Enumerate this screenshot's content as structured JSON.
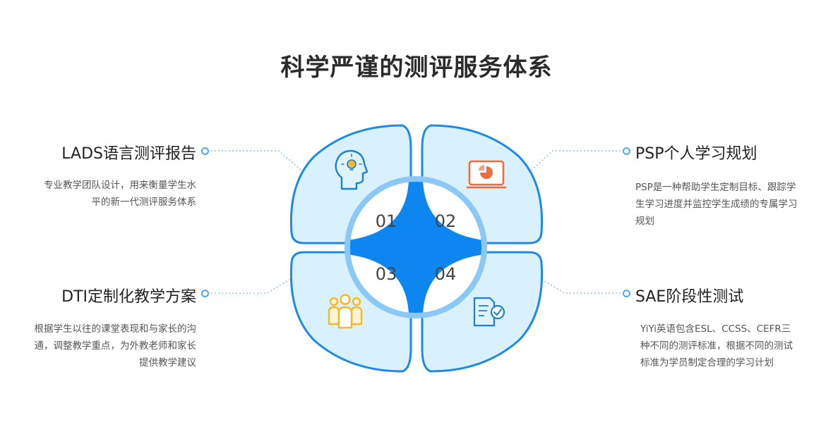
{
  "title": "科学严谨的测评服务体系",
  "items": [
    {
      "number": "01",
      "heading": "LADS语言测评报告",
      "desc_lines": [
        "专业教学团队设计，用来衡量学生水",
        "平的新一代测评服务体系"
      ],
      "icon": "head-lightbulb-icon"
    },
    {
      "number": "02",
      "heading": "PSP个人学习规划",
      "desc_lines": [
        "PSP是一种帮助学生定制目标、跟踪学",
        "生学习进度并监控学生成绩的专属学习",
        "规划"
      ],
      "icon": "presentation-chart-icon"
    },
    {
      "number": "03",
      "heading": "DTI定制化教学方案",
      "desc_lines": [
        "根据学生以往的课堂表现和与家长的沟",
        "通，调整教学重点，为外教老师和家长",
        "提供教学建议"
      ],
      "icon": "team-people-icon"
    },
    {
      "number": "04",
      "heading": "SAE阶段性测试",
      "desc_lines": [
        "YiYi英语包含ESL、CCSS、CEFR三",
        "种不同的测评标准，根据不同的测试",
        "标准为学员制定合理的学习计划"
      ],
      "icon": "document-check-icon"
    }
  ],
  "colors": {
    "petal_fill": "#d9f1fc",
    "petal_stroke": "#1e8ae8",
    "ring": "#8cc8f6",
    "cross": "#0e86f0",
    "connector": "#8ec4f0",
    "icon_orange": "#f26b3a",
    "icon_yellow": "#f6b826"
  }
}
